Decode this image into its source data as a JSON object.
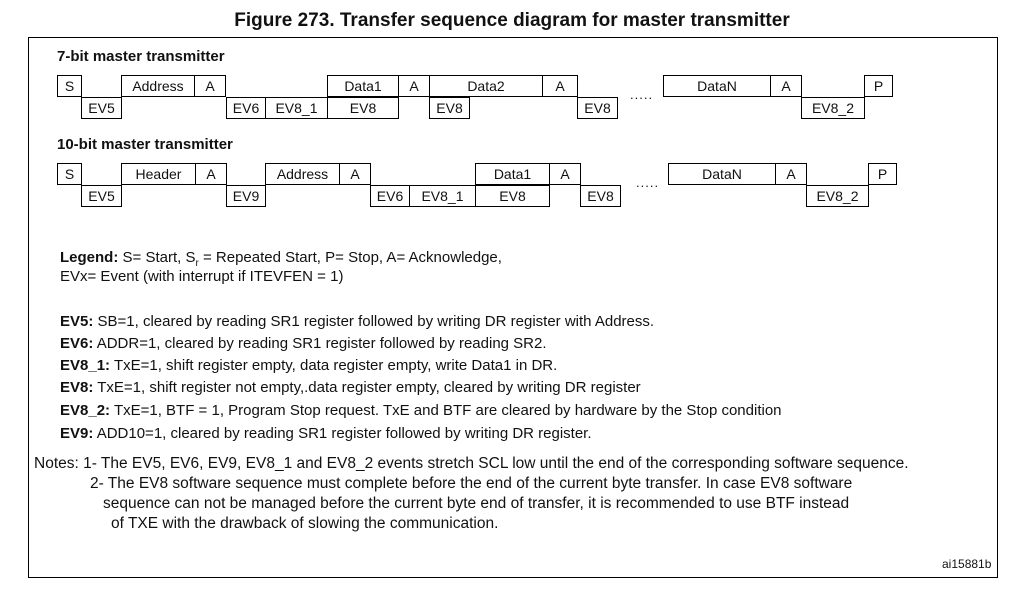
{
  "figure_title": "Figure 273. Transfer sequence diagram for master transmitter",
  "seven_bit": {
    "title": "7-bit master transmitter",
    "top": [
      "S",
      "Address",
      "A",
      "Data1",
      "A",
      "Data2",
      "A",
      "DataN",
      "A",
      "P"
    ],
    "bottom": [
      "EV5",
      "EV6",
      "EV8_1",
      "EV8",
      "EV8",
      "EV8",
      "EV8_2"
    ],
    "dots": "....."
  },
  "ten_bit": {
    "title": "10-bit master transmitter",
    "top": [
      "S",
      "Header",
      "A",
      "Address",
      "A",
      "Data1",
      "A",
      "DataN",
      "A",
      "P"
    ],
    "bottom": [
      "EV5",
      "EV9",
      "EV6",
      "EV8_1",
      "EV8",
      "EV8",
      "EV8_2"
    ],
    "dots": "....."
  },
  "legend": {
    "label": "Legend:",
    "line1_pre": "S= Start, S",
    "line1_sub": "r",
    "line1_post": " = Repeated Start, P= Stop, A= Acknowledge,",
    "line2": "EVx= Event (with interrupt if ITEVFEN = 1)"
  },
  "events": [
    {
      "name": "EV5:",
      "text": " SB=1, cleared by reading SR1 register followed by writing DR register with Address."
    },
    {
      "name": "EV6:",
      "text": " ADDR=1, cleared by reading SR1 register followed by reading SR2."
    },
    {
      "name": "EV8_1:",
      "text": " TxE=1, shift register empty, data register empty, write Data1 in DR."
    },
    {
      "name": "EV8:",
      "text": " TxE=1, shift register not empty,.data register empty, cleared by writing DR register"
    },
    {
      "name": "EV8_2:",
      "text": " TxE=1, BTF = 1, Program Stop request. TxE and BTF are cleared by hardware by the Stop condition"
    },
    {
      "name": "EV9:",
      "text": " ADD10=1, cleared by reading SR1 register followed by writing DR register."
    }
  ],
  "notes": {
    "line1": "Notes: 1- The EV5, EV6, EV9, EV8_1 and EV8_2 events stretch SCL low until the end of the corresponding software sequence.",
    "line2": "2- The EV8 software sequence must complete before the end of the current byte transfer. In case EV8 software",
    "line3": "sequence can not be managed before the current byte end of transfer, it is recommended to use BTF instead",
    "line4": "of TXE with the drawback of slowing the communication."
  },
  "ref_code": "ai15881b"
}
